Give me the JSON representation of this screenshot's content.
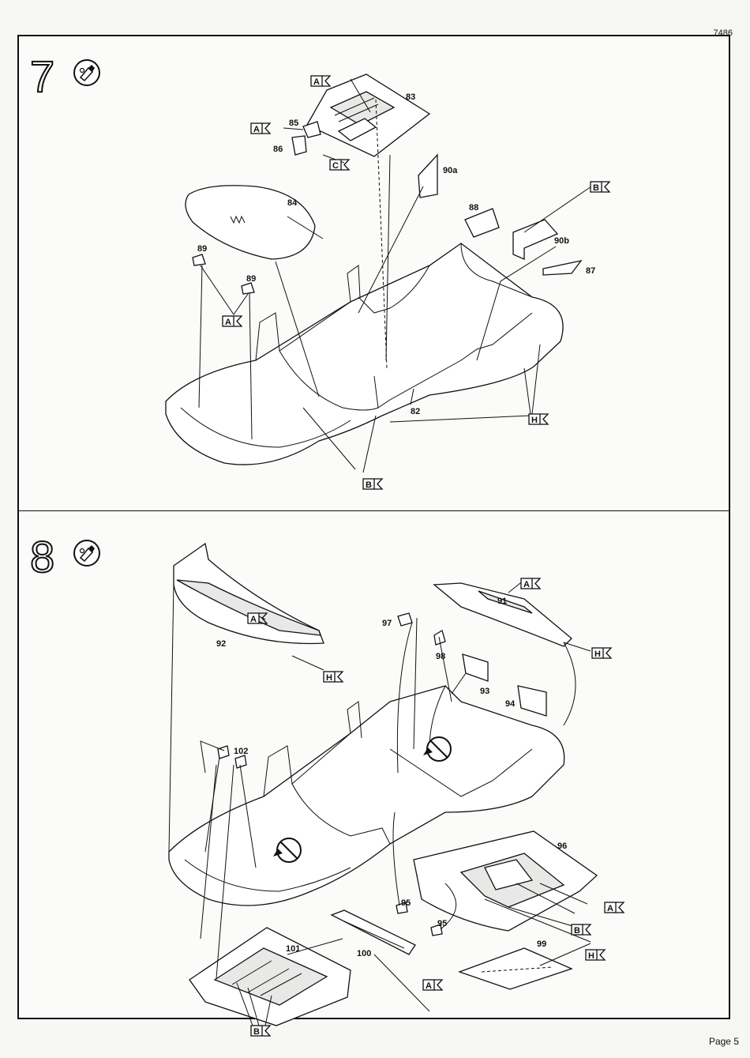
{
  "doc_code": "7486",
  "page_label": "Page 5",
  "steps": [
    {
      "number": "7",
      "icon": "glue-tube-icon",
      "parts": [
        "83",
        "85",
        "86",
        "84",
        "90a",
        "88",
        "90b",
        "87",
        "89",
        "89",
        "82"
      ],
      "flags": [
        "A",
        "A",
        "C",
        "B",
        "A",
        "H",
        "B"
      ]
    },
    {
      "number": "8",
      "icon": "glue-tube-icon",
      "parts": [
        "91",
        "92",
        "97",
        "98",
        "93",
        "94",
        "102",
        "96",
        "95",
        "95",
        "99",
        "101",
        "100"
      ],
      "flags": [
        "A",
        "A",
        "H",
        "H",
        "A",
        "B",
        "H",
        "A",
        "B"
      ]
    }
  ]
}
